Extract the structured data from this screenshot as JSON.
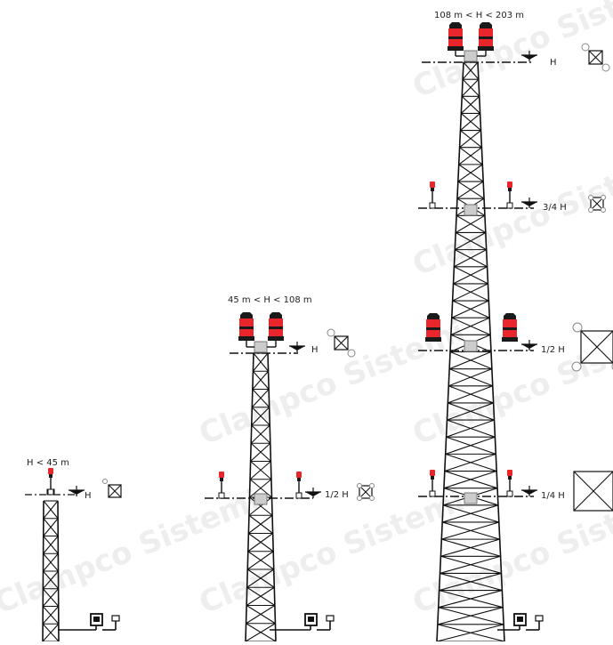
{
  "watermark": {
    "text": "Clampco Sistemi"
  },
  "towers": [
    {
      "id": "t1",
      "range_label": "H < 45 m",
      "levels": [
        {
          "label": "H"
        }
      ]
    },
    {
      "id": "t2",
      "range_label": "45 m < H < 108 m",
      "levels": [
        {
          "label": "H"
        },
        {
          "label": "1/2 H"
        }
      ]
    },
    {
      "id": "t3",
      "range_label": "108 m < H < 203 m",
      "levels": [
        {
          "label": "H"
        },
        {
          "label": "3/4 H"
        },
        {
          "label": "1/2 H"
        },
        {
          "label": "1/4 H"
        }
      ]
    }
  ],
  "colors": {
    "light_red": "#e8262b",
    "light_dark": "#1a1a1a",
    "box_fill": "#cccccc",
    "line": "#111111"
  }
}
